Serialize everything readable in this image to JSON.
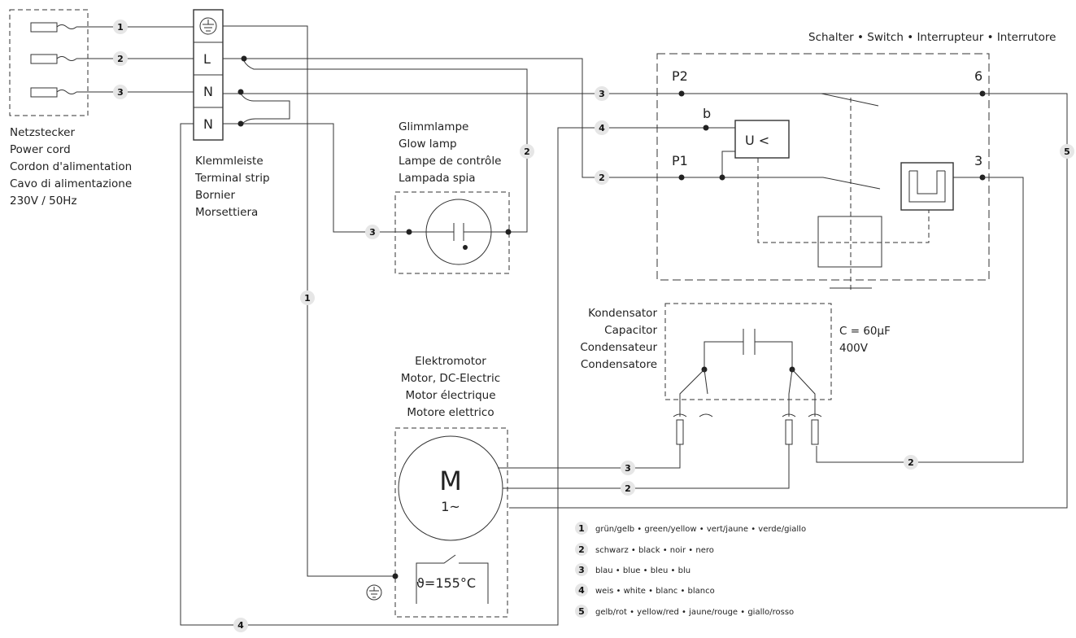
{
  "power_cord": {
    "label_de": "Netzstecker",
    "label_en": "Power cord",
    "label_fr": "Cordon d'alimentation",
    "label_it": "Cavo di alimentazione",
    "rating": "230V / 50Hz"
  },
  "terminal_strip": {
    "label_de": "Klemmleiste",
    "label_en": "Terminal strip",
    "label_fr": "Bornier",
    "label_it": "Morsettiera",
    "terminals": [
      "L",
      "N",
      "N"
    ]
  },
  "glow_lamp": {
    "label_de": "Glimmlampe",
    "label_en": "Glow lamp",
    "label_fr": "Lampe de contrôle",
    "label_it": "Lampada spia"
  },
  "switch": {
    "title": "Schalter • Switch • Interrupteur • Interrutore",
    "p2": "P2",
    "p1": "P1",
    "b": "b",
    "out6": "6",
    "out3": "3",
    "relay": "U <"
  },
  "capacitor": {
    "label_de": "Kondensator",
    "label_en": "Capacitor",
    "label_fr": "Condensateur",
    "label_it": "Condensatore",
    "value": "C  = 60µF",
    "voltage": "400V"
  },
  "motor": {
    "label_de": "Elektromotor",
    "label_en": "Motor, DC-Electric",
    "label_fr": "Motor électrique",
    "label_it": "Motore elettrico",
    "symbol": "M",
    "phase": "1~",
    "thermal": "ϑ=155°C"
  },
  "wire_badges": {
    "cord1": "1",
    "cord2": "2",
    "cord3": "3",
    "sw3": "3",
    "sw4": "4",
    "sw2": "2",
    "lamp3": "3",
    "vert2": "2",
    "vert1": "1",
    "right5": "5",
    "mot3": "3",
    "mot2": "2",
    "cap2": "2",
    "bottom4": "4"
  },
  "legend": [
    {
      "num": "1",
      "text": "grün/gelb • green/yellow • vert/jaune • verde/giallo"
    },
    {
      "num": "2",
      "text": "schwarz • black • noir • nero"
    },
    {
      "num": "3",
      "text": "blau • blue • bleu • blu"
    },
    {
      "num": "4",
      "text": "weis • white • blanc • blanco"
    },
    {
      "num": "5",
      "text": "gelb/rot • yellow/red • jaune/rouge • giallo/rosso"
    }
  ]
}
